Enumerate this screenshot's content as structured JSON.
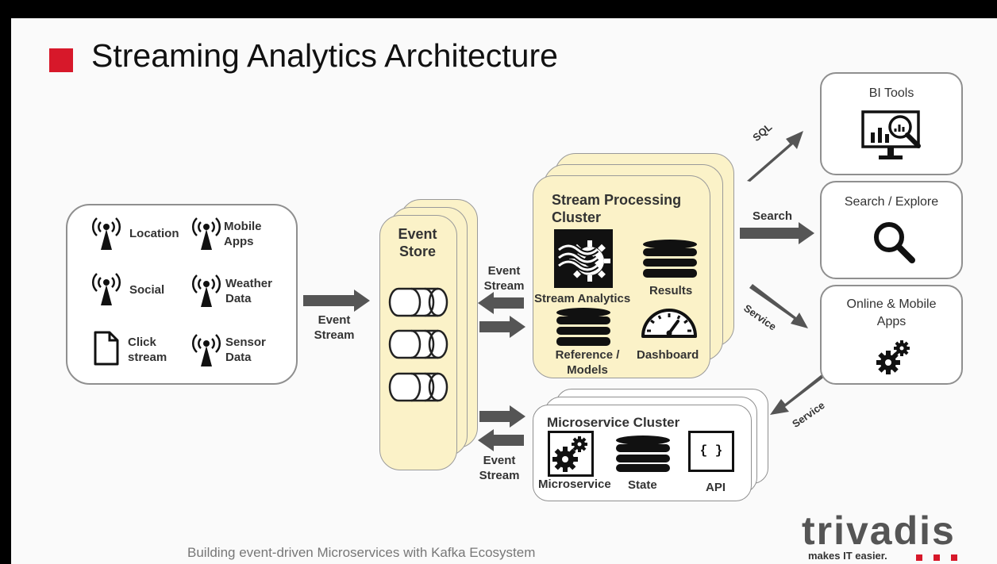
{
  "title": "Streaming Analytics Architecture",
  "footer": "Building event-driven Microservices with Kafka Ecosystem",
  "logo": {
    "name": "trivadis",
    "tagline": "makes IT easier.",
    "accent": "#d7182a"
  },
  "sources": {
    "location": "Location",
    "mobile_apps": "Mobile\nApps",
    "social": "Social",
    "weather_data": "Weather\nData",
    "click_stream": "Click\nstream",
    "sensor_data": "Sensor\nData"
  },
  "event_store": {
    "title": "Event\nStore"
  },
  "stream_cluster": {
    "title": "Stream Processing\nCluster",
    "stream_analytics": "Stream Analytics",
    "results": "Results",
    "reference_models": "Reference /\nModels",
    "dashboard": "Dashboard"
  },
  "micro_cluster": {
    "title": "Microservice Cluster",
    "microservice": "Microservice",
    "state": "State",
    "api": "API",
    "api_glyph": "{ }"
  },
  "arrows": {
    "event_stream_in": "Event\nStream",
    "event_stream_top": "Event\nStream",
    "event_stream_bottom": "Event\nStream",
    "sql": "SQL",
    "search": "Search",
    "service_down": "Service",
    "service_up": "Service"
  },
  "outputs": {
    "bi_tools": "BI Tools",
    "search_explore": "Search / Explore",
    "online_mobile": "Online & Mobile\nApps"
  },
  "colors": {
    "accent": "#d7182a",
    "stack_fill": "#fbf2c8",
    "arrow": "#555555"
  }
}
